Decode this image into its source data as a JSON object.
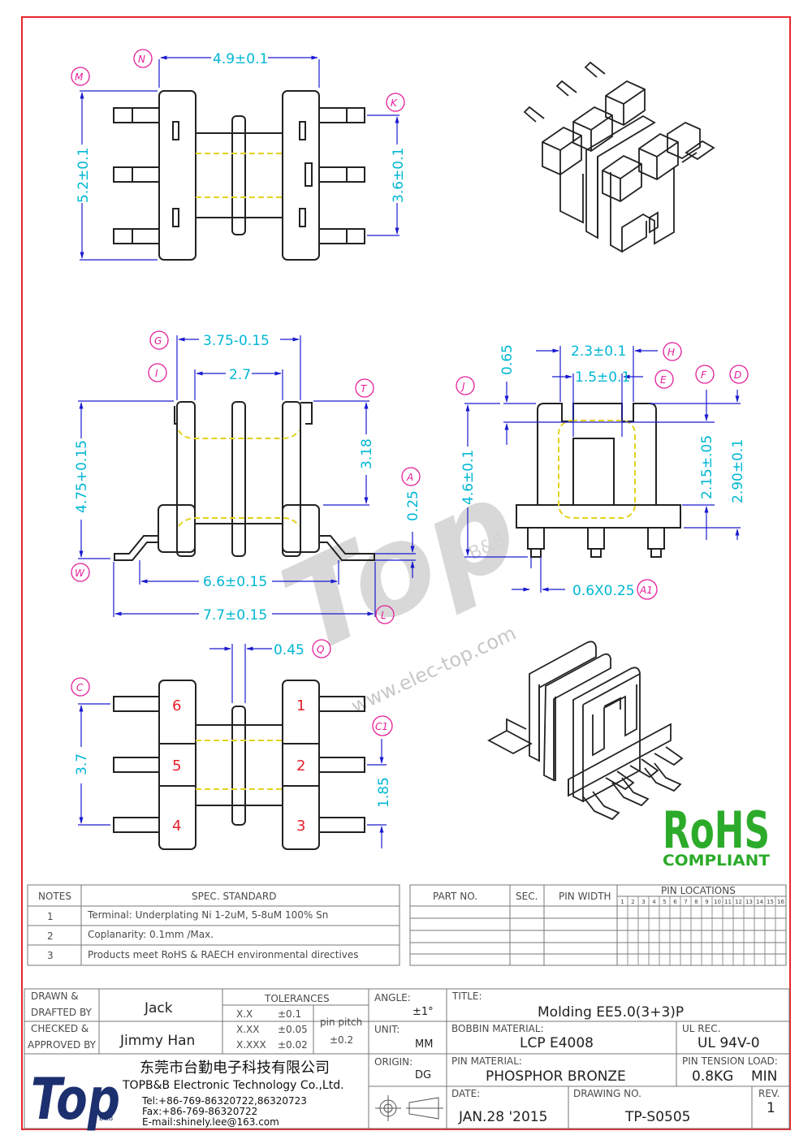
{
  "dims": {
    "top_width": "4.9±0.1",
    "top_height": "5.2±0.1",
    "top_pin_span": "3.6±0.1",
    "side_width": "3.75-0.15",
    "side_inner": "2.7",
    "side_height": "4.75+0.15",
    "side_upper": "3.18",
    "side_standoff": "0.25",
    "side_pad_span": "6.6±0.15",
    "side_total": "7.7±0.15",
    "front_width": "2.3±0.1",
    "front_slot": "1.5±0.1",
    "front_flange": "0.65",
    "front_height": "4.6±0.1",
    "front_win": "2.15±.05",
    "front_total": "2.90±0.1",
    "front_pin": "0.6X0.25",
    "bottom_flange": "0.45",
    "bottom_pin_span": "3.7",
    "bottom_pitch": "1.85"
  },
  "labels": {
    "N": "N",
    "M": "M",
    "K": "K",
    "G": "G",
    "I": "I",
    "T": "T",
    "A": "A",
    "W": "W",
    "L": "L",
    "J": "J",
    "H": "H",
    "E": "E",
    "F": "F",
    "D": "D",
    "A1": "A1",
    "Q": "Q",
    "C": "C",
    "C1": "C1"
  },
  "pins": [
    "1",
    "2",
    "3",
    "4",
    "5",
    "6"
  ],
  "watermark": {
    "logo": "Top",
    "sub": "B&B",
    "url": "www.elec-top.com"
  },
  "rohs": {
    "main": "RoHS",
    "sub": "COMPLIANT",
    "color": "#2cab2a"
  },
  "notes": {
    "h_notes": "NOTES",
    "h_spec": "SPEC. STANDARD",
    "rows": [
      {
        "n": "1",
        "text": "Terminal: Underplating Ni 1-2uM, 5-8uM 100% Sn"
      },
      {
        "n": "2",
        "text": "Coplanarity: 0.1mm /Max."
      },
      {
        "n": "3",
        "text": "Products meet RoHS & RAECH environmental directives"
      }
    ]
  },
  "parts": {
    "part_no": "PART NO.",
    "sec": "SEC.",
    "pin_width": "PIN WIDTH",
    "pin_locations": "PIN LOCATIONS",
    "pin_numbers": [
      "1",
      "2",
      "3",
      "4",
      "5",
      "6",
      "7",
      "8",
      "9",
      "10",
      "11",
      "12",
      "13",
      "14",
      "15",
      "16"
    ]
  },
  "title_block": {
    "drawn_label_1": "DRAWN &",
    "drawn_label_2": "DRAFTED BY",
    "drawn_by": "Jack",
    "checked_label_1": "CHECKED &",
    "checked_label_2": "APPROVED BY",
    "approved_by": "Jimmy Han",
    "tolerances": "TOLERANCES",
    "tol_x": "X.X",
    "tol_x_val": "±0.1",
    "tol_xx": "X.XX",
    "tol_xx_val": "±0.05",
    "tol_xxx": "X.XXX",
    "tol_xxx_val": "±0.02",
    "pin_pitch_1": "pin pitch",
    "pin_pitch_2": "±0.2",
    "angle_label": "ANGLE:",
    "angle": "±1°",
    "unit_label": "UNIT:",
    "unit": "MM",
    "origin_label": "ORIGIN:",
    "origin": "DG",
    "title_label": "TITLE:",
    "title": "Molding    EE5.0(3+3)P",
    "bobbin_label": "BOBBIN MATERIAL:",
    "bobbin": "LCP  E4008",
    "ul_label": "UL REC.",
    "ul": "UL  94V-0",
    "pin_mat_label": "PIN MATERIAL:",
    "pin_mat": "PHOSPHOR  BRONZE",
    "tension_label": "PIN TENSION  LOAD:",
    "tension": "0.8KG",
    "tension_min": "MIN",
    "date_label": "DATE:",
    "date": "JAN.28  '2015",
    "drawing_label": "DRAWING NO.",
    "drawing_no": "TP-S0505",
    "rev_label": "REV.",
    "rev": "1",
    "company_cn": "东莞市台勤电子科技有限公司",
    "company_en": "TOPB&B Electronic Technology Co.,Ltd.",
    "tel": "Tel:+86-769-86320722,86320723",
    "fax": "Fax:+86-769-86320722",
    "email": "E-mail:shinely.lee@163.com",
    "logo": "Top",
    "logo_sub": "B&B"
  }
}
